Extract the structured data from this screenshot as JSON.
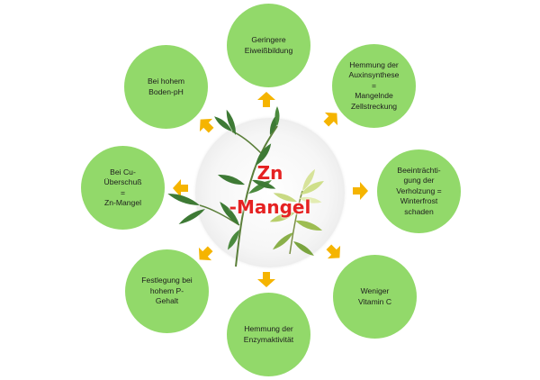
{
  "colors": {
    "node_fill": "#92d96a",
    "arrow_fill": "#f5b400",
    "center_text": "#e52222",
    "leaf_green": "#3e7a35"
  },
  "center": {
    "line1": "Zn",
    "line2": "-Mangel",
    "image": "plant-with-zinc-deficiency-leaves"
  },
  "effects": [
    {
      "lines": [
        "Geringere",
        "Eiweißbildung"
      ]
    },
    {
      "lines": [
        "Hemmung der",
        "Auxinsynthese",
        "=",
        "Mangelnde",
        "Zellstreckung"
      ]
    },
    {
      "lines": [
        "Beeinträchti-",
        "gung der",
        "Verholzung =",
        "Winterfrost",
        "schaden"
      ]
    },
    {
      "lines": [
        "Weniger",
        "Vitamin C"
      ]
    },
    {
      "lines": [
        "Hemmung der",
        "Enzymaktivität"
      ]
    },
    {
      "lines": [
        "Festlegung bei",
        "hohem P-",
        "Gehalt"
      ]
    },
    {
      "lines": [
        "Bei Cu-",
        "Überschuß",
        "=",
        "Zn-Mangel"
      ]
    },
    {
      "lines": [
        "Bei hohem",
        "Boden-pH"
      ]
    }
  ]
}
